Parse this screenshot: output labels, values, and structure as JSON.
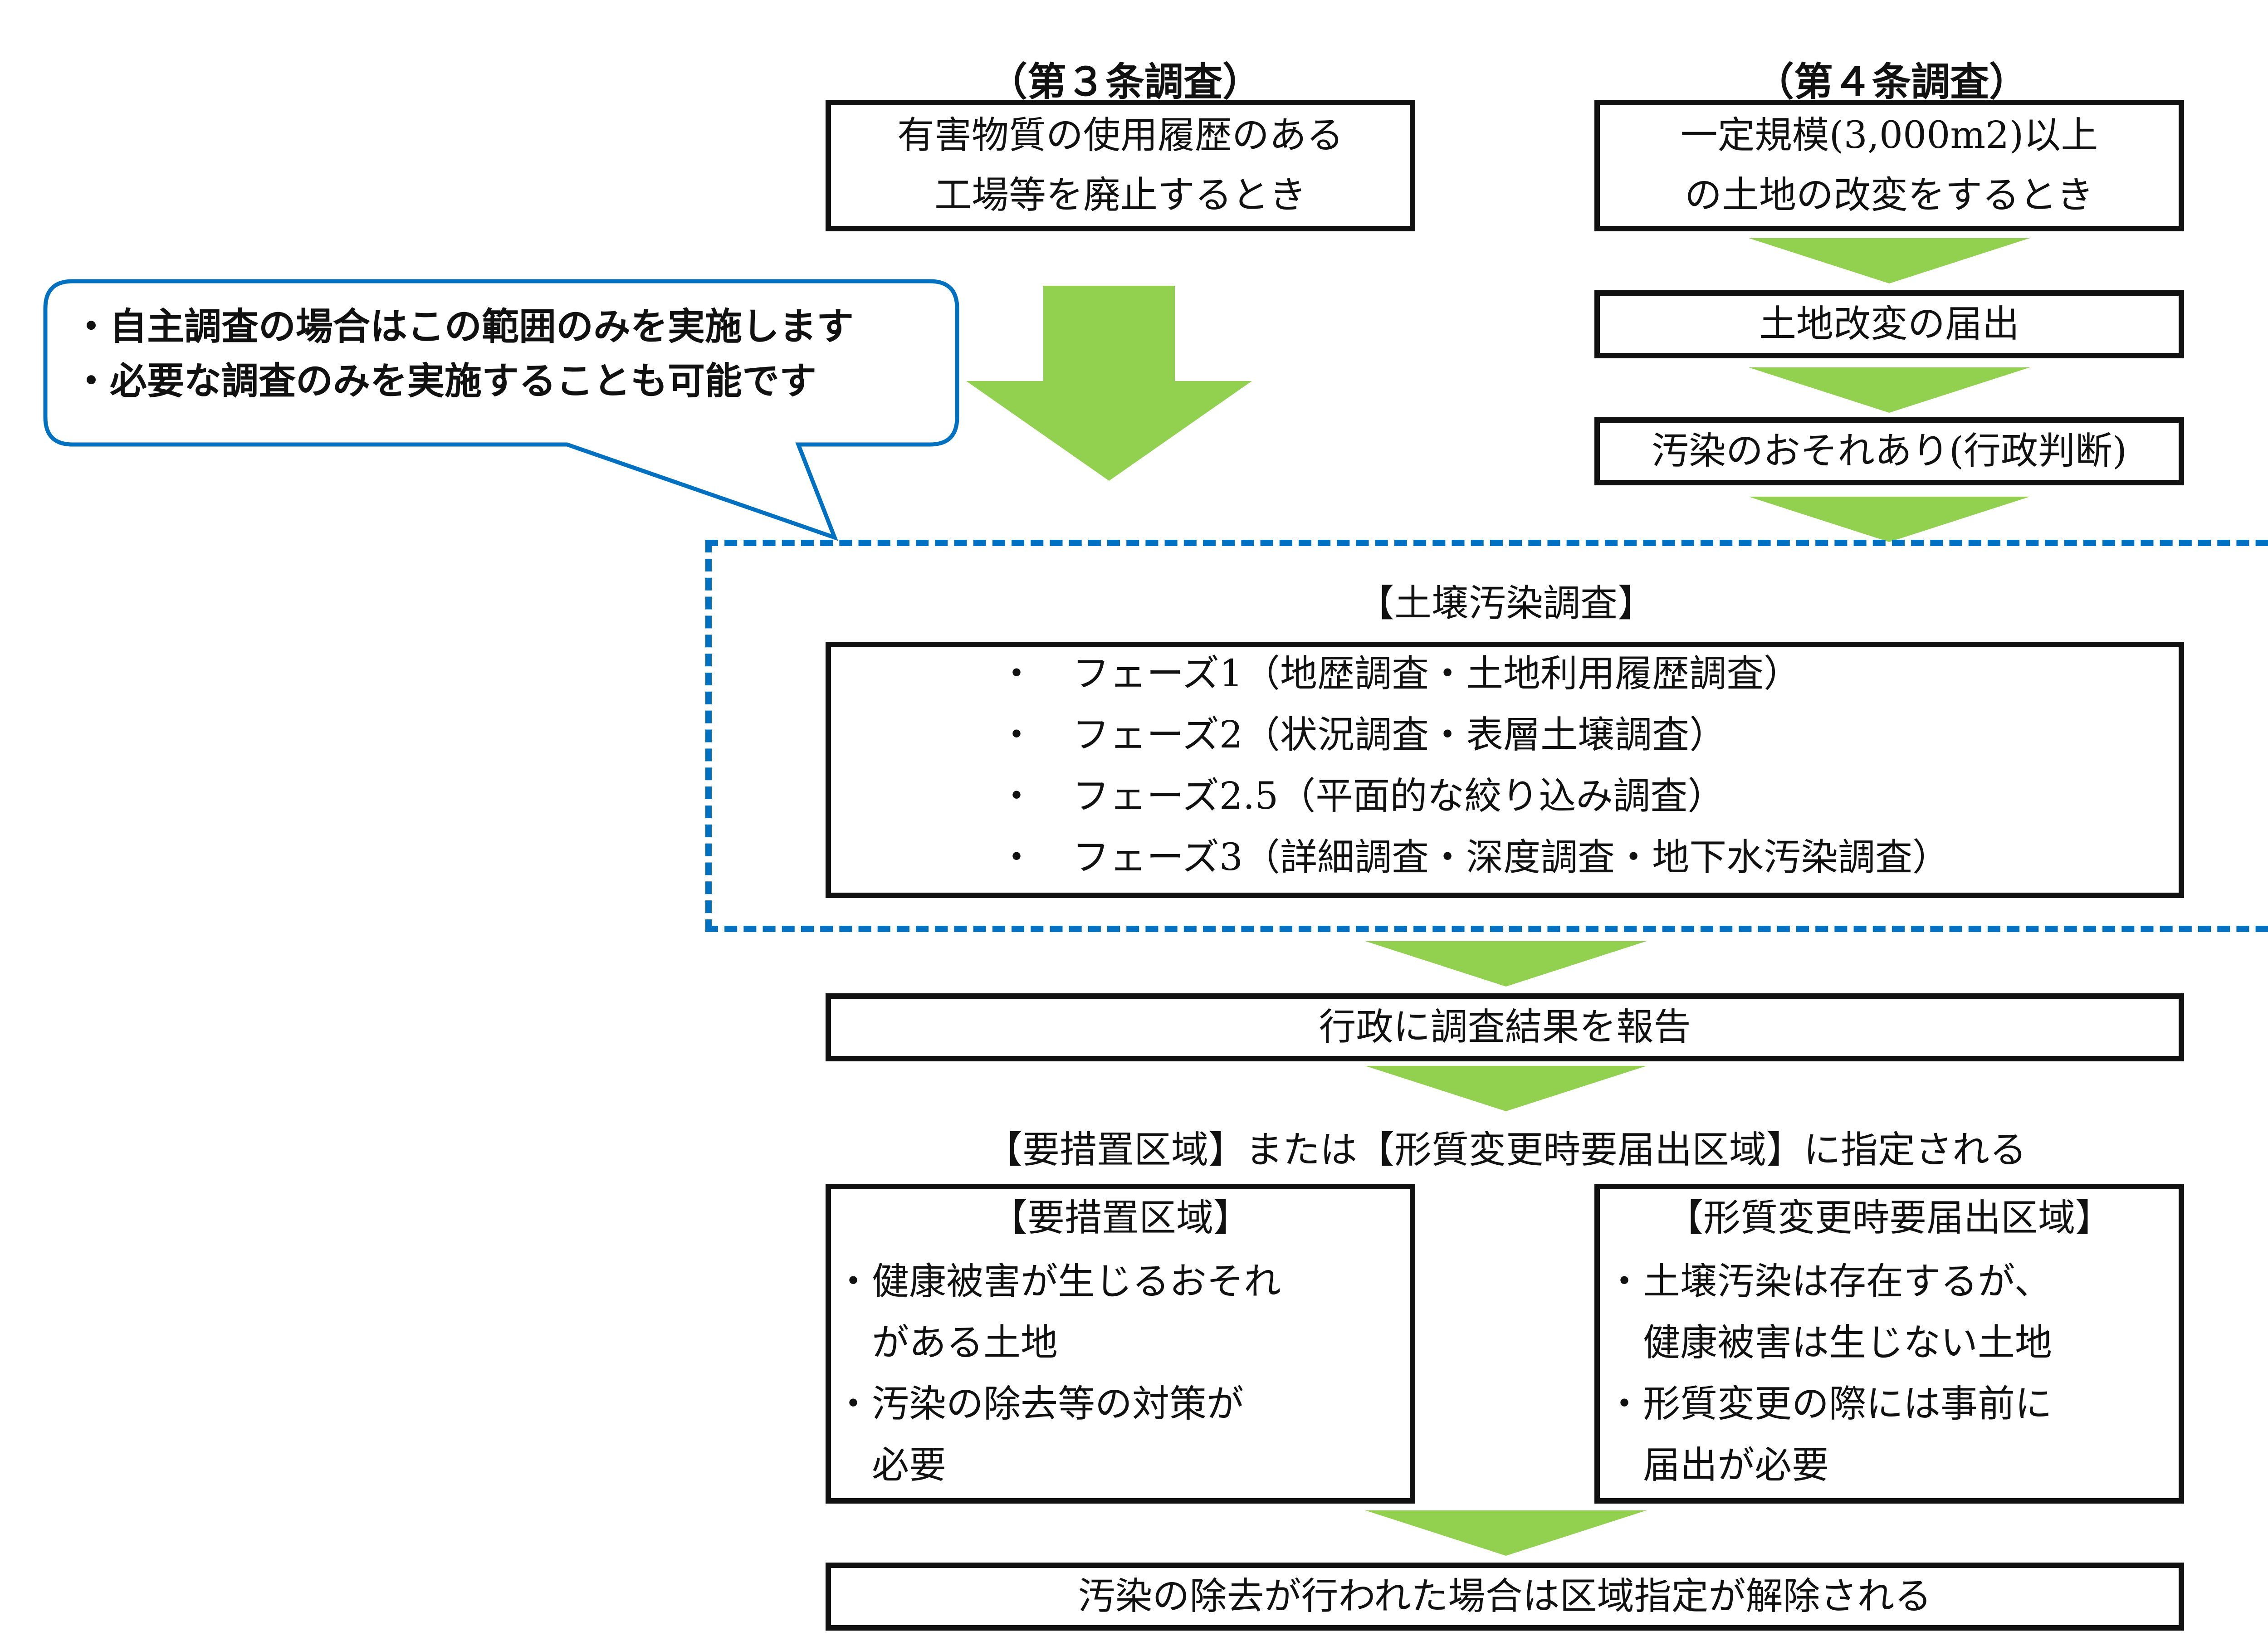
{
  "colors": {
    "arrow": "#92d050",
    "dashed_border": "#0070c0",
    "callout_border": "#0070c0",
    "box_border": "#111111"
  },
  "art3": {
    "header": "（第３条調査）",
    "line1": "有害物質の使用履歴のある",
    "line2": "工場等を廃止するとき"
  },
  "art4": {
    "header": "（第４条調査）",
    "line1": "一定規模(3,000m2)以上",
    "line2": "の土地の改変をするとき",
    "notice": "土地改変の届出",
    "risk": "汚染のおそれあり(行政判断)"
  },
  "callout": {
    "line1": "・自主調査の場合はこの範囲のみを実施します",
    "line2": "・必要な調査のみを実施することも可能です"
  },
  "survey": {
    "title": "【土壌汚染調査】",
    "phases": [
      "・　フェーズ1（地歴調査・土地利用履歴調査）",
      "・　フェーズ2（状況調査・表層土壌調査）",
      "・　フェーズ2.5（平面的な絞り込み調査）",
      "・　フェーズ3（詳細調査・深度調査・地下水汚染調査）"
    ]
  },
  "report": "行政に調査結果を報告",
  "designation": "【要措置区域】または【形質変更時要届出区域】に指定される",
  "zone_a": {
    "title": "【要措置区域】",
    "l1": "・健康被害が生じるおそれ",
    "l2": "　がある土地",
    "l3": "・汚染の除去等の対策が",
    "l4": "　必要"
  },
  "zone_b": {
    "title": "【形質変更時要届出区域】",
    "l1": "・土壌汚染は存在するが、",
    "l2": "　健康被害は生じない土地",
    "l3": "・形質変更の際には事前に",
    "l4": "　届出が必要"
  },
  "release": "汚染の除去が行われた場合は区域指定が解除される"
}
